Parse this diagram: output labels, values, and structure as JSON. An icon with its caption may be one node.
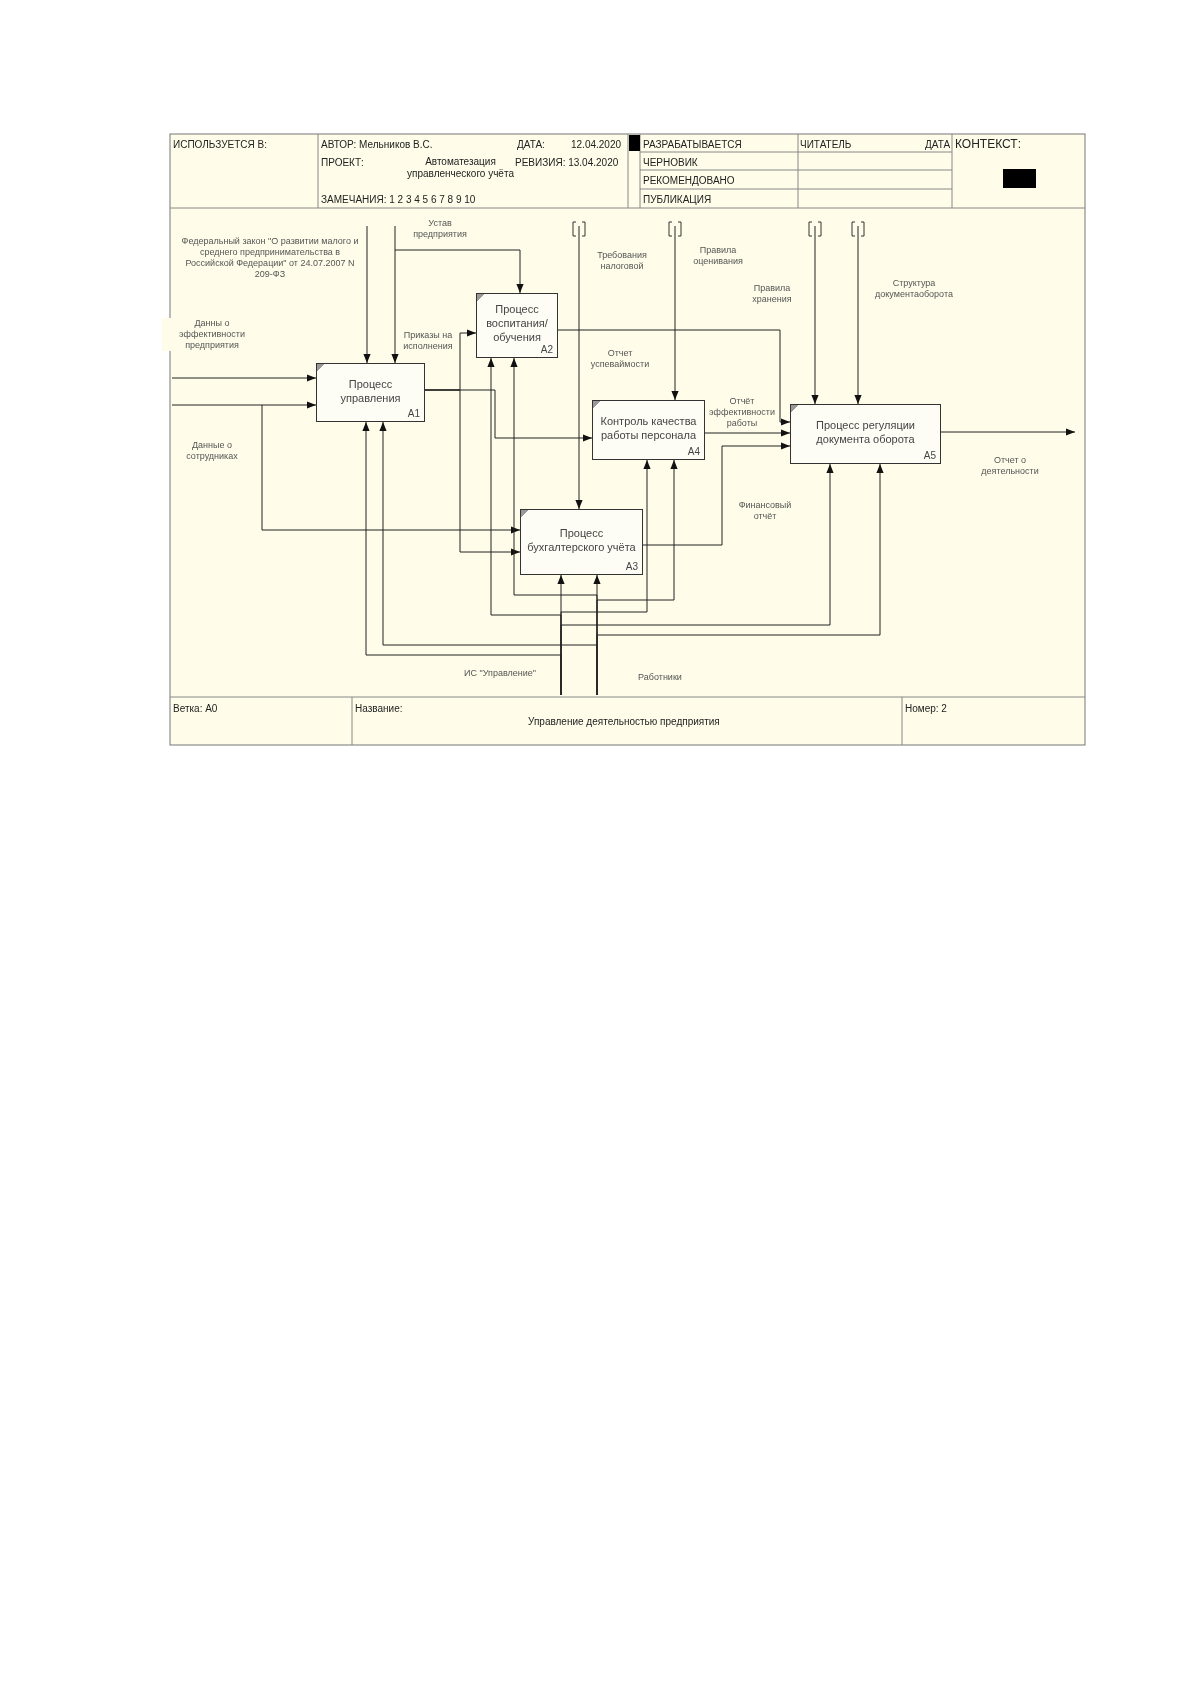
{
  "diagram": {
    "nodes": [
      {
        "text": [
          "Процесс управления",
          "A1"
        ]
      },
      {
        "text": [
          "Процесс воспитания/ обучения",
          "A2"
        ]
      },
      {
        "text": [
          "Контроль качества работы персонала",
          "A4"
        ]
      },
      {
        "text": [
          "Процесс регуляции документа оборота",
          "A5"
        ]
      },
      {
        "text": [
          "Процесс бухгалтерского учёта",
          "A3"
        ]
      }
    ],
    "edges": [
      {
        "from": null,
        "to": 0,
        "arrow": "to",
        "label": "Данны о эффективности предприятия"
      },
      {
        "from": null,
        "to": 0,
        "arrow": "to",
        "label": "Данные о сотрудниках"
      },
      {
        "from": null,
        "to": 4,
        "arrow": "to"
      },
      {
        "from": null,
        "to": 0,
        "arrow": "to",
        "label": "Федеральный закон \"О развитии малого и среднего предпринимательства в Российской Федерации\" от 24.07.2007 N 209-ФЗ"
      },
      {
        "from": null,
        "to": 0,
        "arrow": "to",
        "label": "Устав предприятия"
      },
      {
        "from": null,
        "to": 1,
        "arrow": "to"
      },
      {
        "from": 0,
        "to": 1,
        "arrow": "to",
        "label": "Приказы на исполнения"
      },
      {
        "from": 0,
        "to": 2,
        "arrow": "to"
      },
      {
        "from": 0,
        "to": 4,
        "arrow": "to"
      },
      {
        "from": null,
        "to": 4,
        "arrow": "to",
        "label": "Требования налоговой"
      },
      {
        "from": null,
        "to": 2,
        "arrow": "to",
        "label": "Правила оценивания"
      },
      {
        "from": null,
        "to": 3,
        "arrow": "to",
        "label": "Правила хранения"
      },
      {
        "from": null,
        "to": 3,
        "arrow": "to",
        "label": "Структура документаоборота"
      },
      {
        "from": 1,
        "to": 3,
        "arrow": "to",
        "label": "Отчет успеваймости"
      },
      {
        "from": 2,
        "to": 3,
        "arrow": "to",
        "label": "Отчёт эффективности работы"
      },
      {
        "from": 4,
        "to": 3,
        "arrow": "to",
        "label": "Финансовый отчёт"
      },
      {
        "from": 3,
        "to": null,
        "arrow": "to",
        "label": "Отчет о деятельности"
      },
      {
        "from": null,
        "to": 4,
        "arrow": "to",
        "label": "ИС \"Управление\""
      },
      {
        "from": null,
        "to": 4,
        "arrow": "to",
        "label": "Работники"
      },
      {
        "from": null,
        "to": 0,
        "arrow": "to"
      },
      {
        "from": null,
        "to": 0,
        "arrow": "to"
      },
      {
        "from": null,
        "to": 1,
        "arrow": "to"
      },
      {
        "from": null,
        "to": 1,
        "arrow": "to"
      },
      {
        "from": null,
        "to": 2,
        "arrow": "to"
      },
      {
        "from": null,
        "to": 2,
        "arrow": "to"
      },
      {
        "from": null,
        "to": 3,
        "arrow": "to"
      },
      {
        "from": null,
        "to": 3,
        "arrow": "to"
      }
    ],
    "labels": [
      "ИСПОЛЬЗУЕТСЯ В:",
      "АВТОР: Мельников В.С.",
      "ДАТА:",
      "12.04.2020",
      "РАЗРАБАТЫВАЕТСЯ",
      "ЧИТАТЕЛЬ",
      "ДАТА",
      "КОНТЕКСТ:",
      "ПРОЕКТ:",
      "Автоматезация управленческого учёта",
      "РЕВИЗИЯ: 13.04.2020",
      "ЧЕРНОВИК",
      "РЕКОМЕНДОВАНО",
      "ЗАМЕЧАНИЯ: 1 2 3 4 5 6 7 8 9 10",
      "ПУБЛИКАЦИЯ",
      "Ветка: A0",
      "Название:",
      "Управление деятельностью предприятия",
      "Номер: 2"
    ]
  }
}
